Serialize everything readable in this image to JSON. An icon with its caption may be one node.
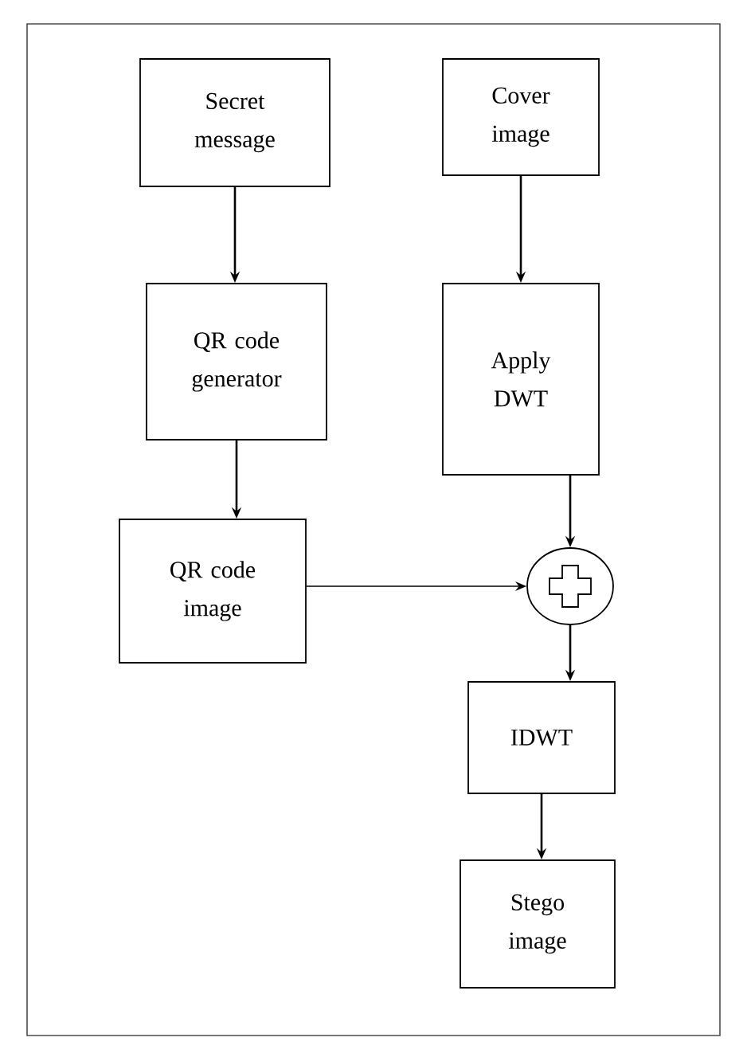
{
  "diagram": {
    "nodes": [
      {
        "text": [
          "Secret message"
        ]
      },
      {
        "text": [
          "Cover image"
        ]
      },
      {
        "text": [
          "QR code generator"
        ]
      },
      {
        "text": [
          "Apply DWT"
        ]
      },
      {
        "text": [
          "QR code image"
        ]
      },
      {
        "text": [],
        "shape": "circle"
      },
      {
        "text": [
          "IDWT"
        ]
      },
      {
        "text": [
          "Stego image"
        ]
      }
    ],
    "edges": [
      {
        "from": 0,
        "to": 2,
        "arrow": "to"
      },
      {
        "from": 2,
        "to": 4,
        "arrow": "to"
      },
      {
        "from": 1,
        "to": 3,
        "arrow": "to"
      },
      {
        "from": 3,
        "to": 5,
        "arrow": "to"
      },
      {
        "from": 4,
        "to": 5,
        "arrow": "to"
      },
      {
        "from": 5,
        "to": 6,
        "arrow": "to"
      },
      {
        "from": 6,
        "to": 7,
        "arrow": "to"
      }
    ]
  }
}
